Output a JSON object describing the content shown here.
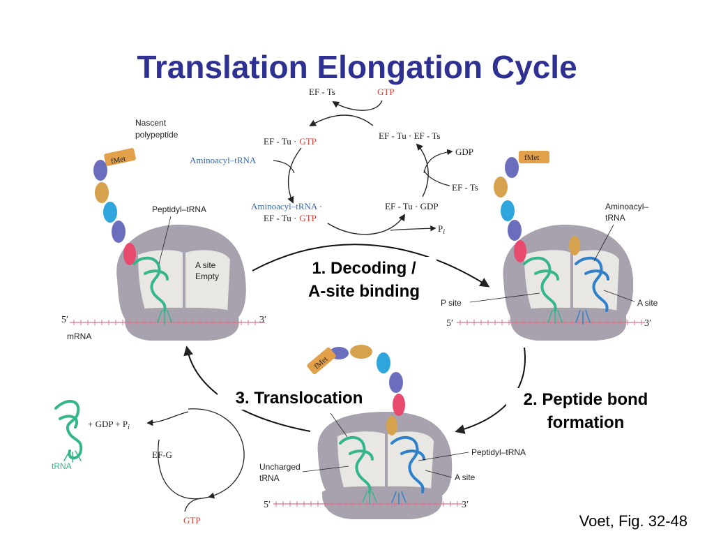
{
  "title": "Translation Elongation Cycle",
  "citation": "Voet, Fig. 32-48",
  "steps": {
    "decoding_line1": "1. Decoding /",
    "decoding_line2": "A-site binding",
    "peptide_line1": "2. Peptide bond",
    "peptide_line2": "formation",
    "translocation": "3. Translocation"
  },
  "ef_cycle": {
    "ef_ts": "EF - Ts",
    "gtp": "GTP",
    "ef_tu_ef_ts": "EF - Tu · EF - Ts",
    "gdp": "GDP",
    "ef_ts_in": "EF - Ts",
    "ef_tu_gdp": "EF - Tu · GDP",
    "pi": "P",
    "pi_sub": "i",
    "ef_tu": "EF - Tu ·",
    "ef_tu_gtp_gtp": "GTP",
    "aminoacyl_trna": "Aminoacyl–tRNA",
    "complex_line1": "Aminoacyl–tRNA ·",
    "complex_line2_a": "EF - Tu ·",
    "complex_line2_gtp": "GTP"
  },
  "ribosome_left": {
    "nascent": "Nascent",
    "polypeptide": "polypeptide",
    "fmet": "fMet",
    "peptidyl_trna": "Peptidyl–tRNA",
    "a_site": "A site",
    "empty": "Empty",
    "five_prime": "5′",
    "three_prime": "3′",
    "mrna": "mRNA"
  },
  "ribosome_right": {
    "fmet": "fMet",
    "aminoacyl_line1": "Aminoacyl–",
    "aminoacyl_line2": "tRNA",
    "p_site": "P site",
    "a_site": "A site",
    "five_prime": "5′",
    "three_prime": "3′"
  },
  "ribosome_bottom": {
    "fmet": "fMet",
    "peptidyl_trna": "Peptidyl–tRNA",
    "uncharged_line1": "Uncharged",
    "uncharged_line2": "tRNA",
    "a_site": "A site",
    "five_prime": "5′",
    "three_prime": "3′"
  },
  "efg_cycle": {
    "products": "+ GDP + P",
    "products_sub": "i",
    "ef_g": "EF-G",
    "gtp": "GTP",
    "trna": "tRNA"
  },
  "colors": {
    "title": "#2e3192",
    "ribosome": "#a7a2ad",
    "ribosome_inner": "#e8e7e3",
    "mrna": "#d9758e",
    "trna_green": "#35b58a",
    "trna_blue": "#2f7fc9",
    "gtp_red": "#d0443c",
    "aminoacyl_blue": "#3a69a5",
    "bead_purple": "#6b6ebd",
    "bead_gold": "#d6a24e",
    "bead_cyan": "#2ea6dd",
    "bead_pink": "#e84a6e",
    "fmet_tag": "#e3a04a"
  }
}
